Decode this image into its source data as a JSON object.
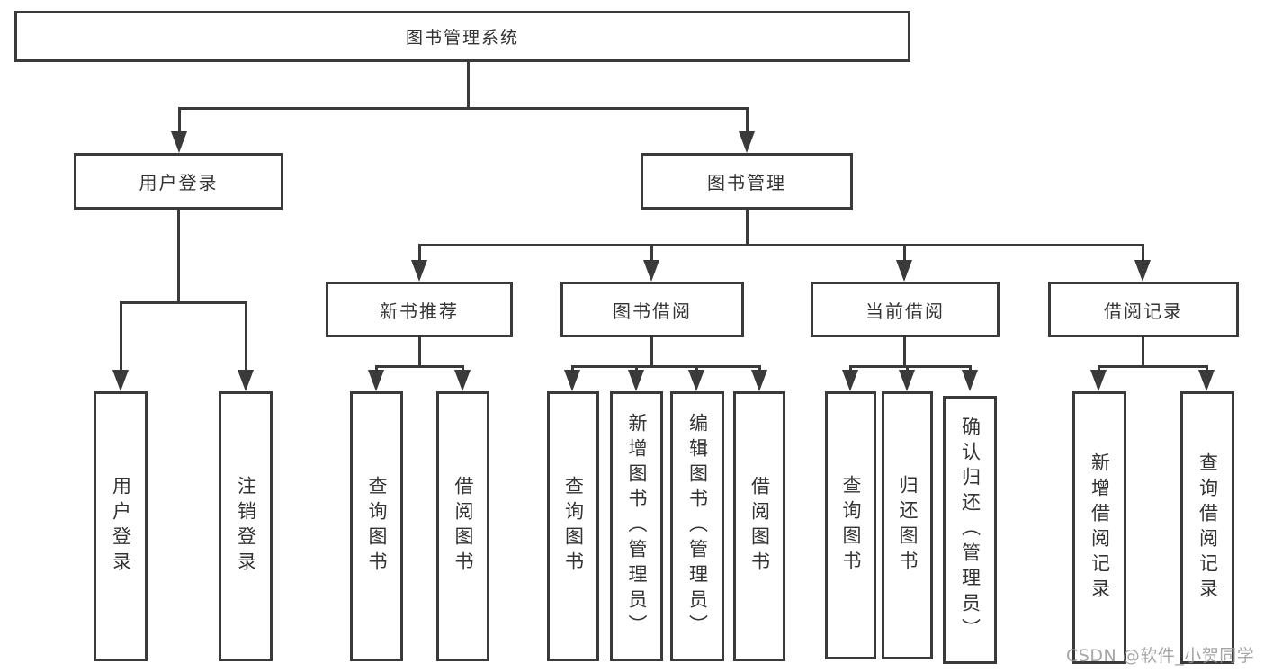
{
  "watermark": "CSDN @软件_小贺同学",
  "colors": {
    "line": "#3a3a3a",
    "box_border": "#3a3a3a",
    "text": "#333333",
    "background": "#ffffff"
  },
  "tree": {
    "label": "图书管理系统",
    "children": [
      {
        "label": "用户登录",
        "children": [
          {
            "label": "用户登录"
          },
          {
            "label": "注销登录"
          }
        ]
      },
      {
        "label": "图书管理",
        "children": [
          {
            "label": "新书推荐",
            "children": [
              {
                "label": "查询图书"
              },
              {
                "label": "借阅图书"
              }
            ]
          },
          {
            "label": "图书借阅",
            "children": [
              {
                "label": "查询图书"
              },
              {
                "label": "新增图书（管理员）"
              },
              {
                "label": "编辑图书（管理员）"
              },
              {
                "label": "借阅图书"
              }
            ]
          },
          {
            "label": "当前借阅",
            "children": [
              {
                "label": "查询图书"
              },
              {
                "label": "归还图书"
              },
              {
                "label": "确认归还（管理员）"
              }
            ]
          },
          {
            "label": "借阅记录",
            "children": [
              {
                "label": "新增借阅记录"
              },
              {
                "label": "查询借阅记录"
              }
            ]
          }
        ]
      }
    ]
  }
}
